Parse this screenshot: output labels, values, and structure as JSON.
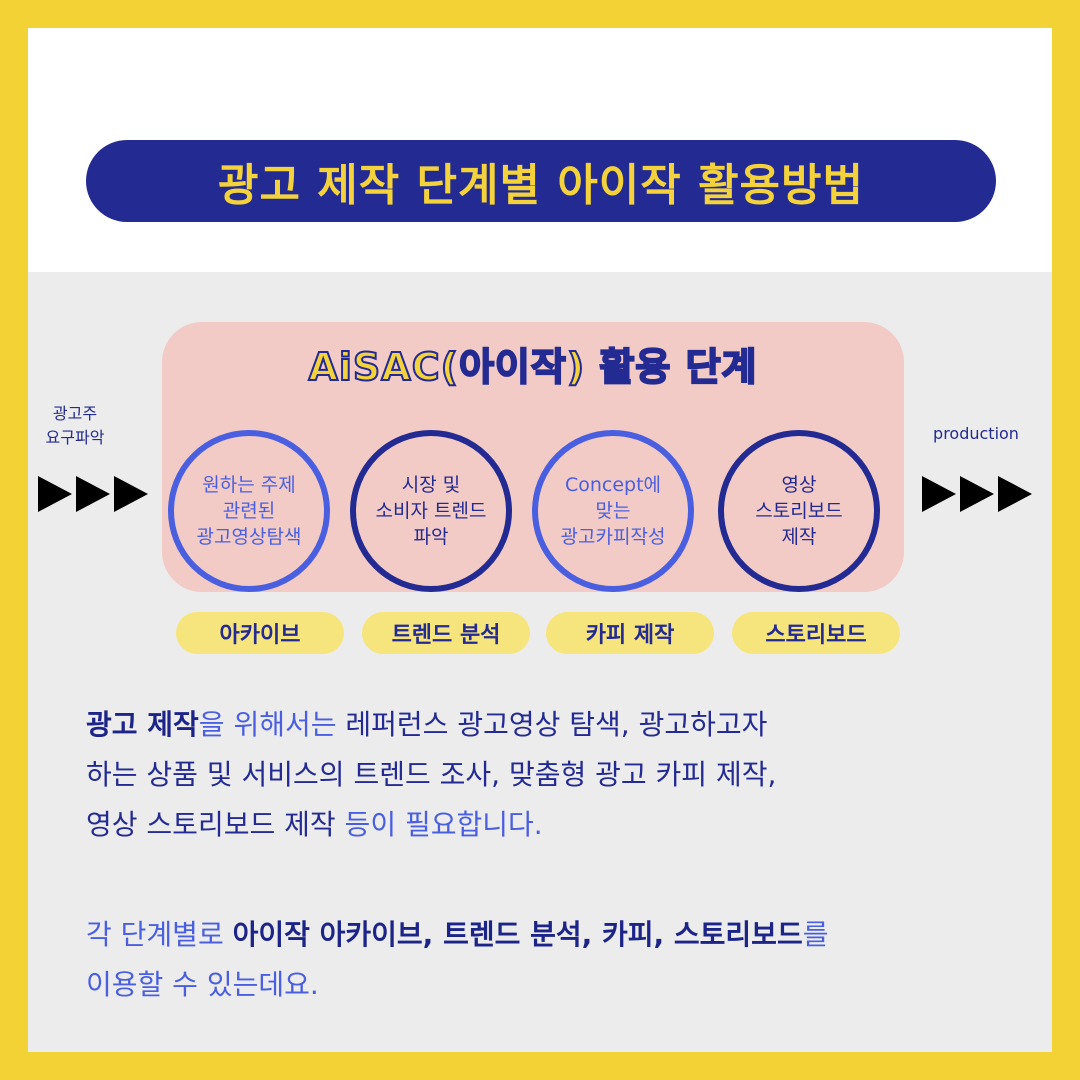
{
  "title": "광고 제작 단계별 아이작 활용방법",
  "panel": {
    "title": "AiSAC(아이작) 활용 단계",
    "steps": [
      "원하는 주제\n관련된\n광고영상탐색",
      "시장 및\n소비자 트렌드\n파악",
      "Concept에\n맞는\n광고카피작성",
      "영상\n스토리보드\n제작"
    ]
  },
  "tags": [
    "아카이브",
    "트렌드 분석",
    "카피 제작",
    "스토리보드"
  ],
  "left_note": "광고주\n요구파악",
  "right_note": "production",
  "paragraph1": {
    "s1": "광고 제작",
    "s2": "을 위해서는 ",
    "s3": "레퍼런스 광고영상 탐색, 광고하고자",
    "s4": "하는 상품 및 서비스의 트렌드 조사, 맞춤형 광고 카피 제작,",
    "s5": "영상 스토리보드 제작",
    "s6": " 등이 필요합니다."
  },
  "paragraph2": {
    "s1": "각 단계별로 ",
    "s2": "아이작 아카이브, 트렌드 분석, 카피, 스토리보드",
    "s3": "를",
    "s4": "이용할 수 있는데요."
  },
  "colors": {
    "navy": "#232a92",
    "blue": "#4a5fe0",
    "yellow": "#f2d235",
    "pink": "#f2cbc6",
    "tag_yellow": "#f6e57c"
  }
}
